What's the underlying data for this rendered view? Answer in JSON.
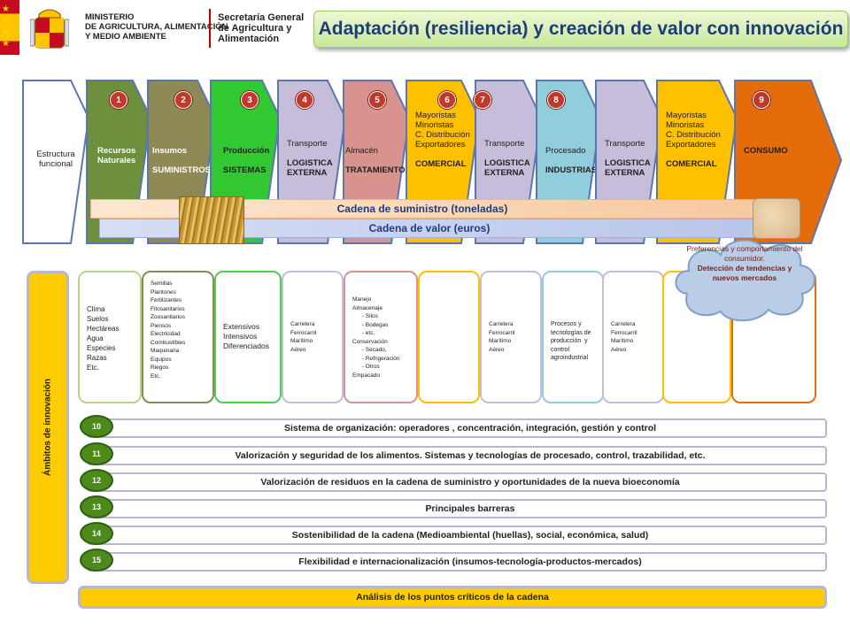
{
  "header": {
    "ministry_lines": [
      "MINISTERIO",
      "DE AGRICULTURA, ALIMENTACIÓN",
      "Y MEDIO AMBIENTE"
    ],
    "secretaria_lines": [
      "Secretaría General",
      "de Agricultura y",
      "Alimentación"
    ],
    "title": "Adaptación (resiliencia) y creación de valor con innovación"
  },
  "stages": [
    {
      "num": "",
      "lines": [
        "Estructura",
        "funcional"
      ],
      "color": "#ffffff"
    },
    {
      "num": "1",
      "lines": [
        "Recursos",
        "Naturales"
      ],
      "color": "#6e8f3b"
    },
    {
      "num": "2",
      "lines": [
        "Insumos",
        "",
        "SUMINISTROS"
      ],
      "color": "#8f8a55"
    },
    {
      "num": "3",
      "lines": [
        "Producción",
        "",
        "SISTEMAS"
      ],
      "color": "#32c832"
    },
    {
      "num": "4",
      "lines": [
        "Transporte",
        "",
        "LOGISTICA",
        "EXTERNA"
      ],
      "color": "#c6bddb"
    },
    {
      "num": "5",
      "lines": [
        "Almacén",
        "",
        "TRATAMIENTO"
      ],
      "color": "#d9938e"
    },
    {
      "num": "6",
      "lines": [
        "Mayoristas",
        "Minoristas",
        "C. Distribución",
        "Exportadores",
        "",
        "COMERCIAL"
      ],
      "color": "#ffc000"
    },
    {
      "num": "7",
      "lines": [
        "Transporte",
        "",
        "LOGISTICA",
        "EXTERNA"
      ],
      "color": "#c6bddb"
    },
    {
      "num": "8",
      "lines": [
        "Procesado",
        "",
        "INDUSTRIAS"
      ],
      "color": "#92cddc"
    },
    {
      "num": "",
      "lines": [
        "Transporte",
        "",
        "LOGISTICA",
        "EXTERNA"
      ],
      "color": "#c6bddb"
    },
    {
      "num": "",
      "lines": [
        "Mayoristas",
        "Minoristas",
        "C. Distribución",
        "Exportadores",
        "",
        "COMERCIAL"
      ],
      "color": "#ffc000"
    },
    {
      "num": "9",
      "lines": [
        "CONSUMO"
      ],
      "color": "#e46c0a"
    }
  ],
  "cadena": {
    "suministro": "Cadena de  suministro  (toneladas)",
    "valor": "Cadena de valor (euros)"
  },
  "ambitos_label": "Ámbitos de innovación",
  "innovation_boxes": [
    "Clima\nSuelos\nHectáreas\nAgua\nEspecies\nRazas\nEtc.",
    "Semillas\nPlantones\nFertilizantes\nFitosanitarios\nZoosanitarios\nPiensos\nElectricidad\nCombustibles\nMaquinaria\nEquipos\nRiegos\nEtc.",
    "Extensivos\nIntensivos\nDiferenciados",
    "Carretera\nFerrocarril\nMarítimo\nAéreo",
    "Manejo\nAlmacenaje\n      - Silos\n      - Bodegas\n      - etc.\nConservación\n      - Secado,\n      - Refrigeración\n      - Otros\nEmpacado",
    "",
    "Carretera\nFerrocarril\nMarítimo\nAéreo",
    "Procesos y\ntecnologías de\nproducción  y\ncontrol\nagroindustrial",
    "Carretera\nFerrocarril\nMarítimo\nAéreo",
    "",
    ""
  ],
  "cloud_text": {
    "line1": "Preferencias y comportamiento del consumidor.",
    "line2": "Detección de tendencias y nuevos mercados"
  },
  "rows": [
    {
      "num": "10",
      "text": "Sistema de organización:  operadores ,  concentración,  integración,  gestión y control"
    },
    {
      "num": "11",
      "text": "Valorización  y seguridad de los alimentos. Sistemas y tecnologías de procesado, control, trazabilidad,  etc."
    },
    {
      "num": "12",
      "text": "Valorización  de residuos en la cadena de suministro y oportunidades de la nueva bioeconomía"
    },
    {
      "num": "13",
      "text": "Principales  barreras"
    },
    {
      "num": "14",
      "text": "Sostenibilidad  de la cadena  (Medioambiental (huellas), social,  económica, salud)"
    },
    {
      "num": "15",
      "text": "Flexibilidad    e internacionalización   (insumos-tecnología-productos-mercados)"
    }
  ],
  "analisis": "Análisis de los puntos críticos de la cadena"
}
